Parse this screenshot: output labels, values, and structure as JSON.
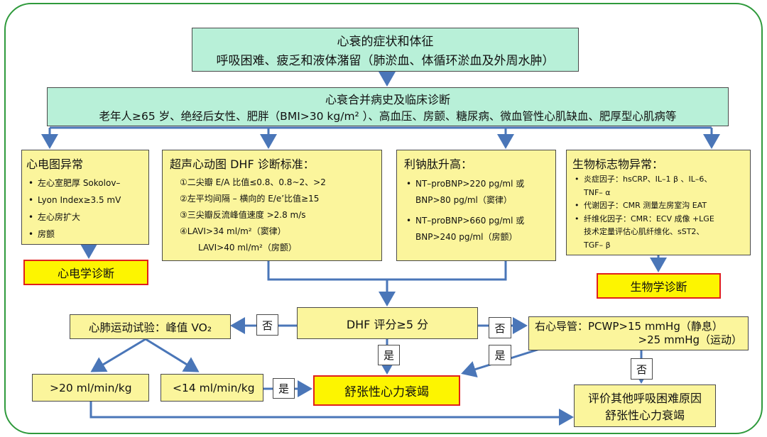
{
  "symptoms": {
    "title": "心衰的症状和体征",
    "detail": "呼吸困难、疲乏和液体潴留（肺淤血、体循环淤血及外周水肿）"
  },
  "comorbid": {
    "title": "心衰合并病史及临床诊断",
    "detail": "老年人≥65 岁、绝经后女性、肥胖（BMI>30 kg/m² ）、高血压、房颤、糖尿病、微血管性心肌缺血、肥厚型心肌病等"
  },
  "ecg": {
    "title": "心电图异常",
    "items": [
      "左心室肥厚 Sokolov–",
      "Lyon Index≥3.5 mV",
      "左心房扩大",
      "房颤"
    ]
  },
  "echo": {
    "title": "超声心动图 DHF 诊断标准：",
    "items": [
      "①二尖瓣 E/A 比值≤0.8、0.8~2、>2",
      "②左平均间隔 – 横向的 E/e’比值≥15",
      "③三尖瓣反流峰值速度 >2.8 m/s",
      "④LAVI>34 ml/m²（窦律）",
      "LAVI>40 ml/m²（房颤）"
    ]
  },
  "bnp": {
    "title": "利钠肽升高：",
    "items": [
      "NT–proBNP>220 pg/ml 或",
      "BNP>80 pg/ml（窦律）",
      "NT–proBNP>660 pg/ml 或",
      "BNP>240 pg/ml（房颤）"
    ]
  },
  "bio": {
    "title": "生物标志物异常：",
    "items": [
      "炎症因子：hsCRP、IL–1 β 、IL–6、",
      "TNF– α",
      "代谢因子：CMR 测量左房室沟 EAT",
      "纤维化因子：CMR：ECV 成像 +LGE",
      "技术定量评估心肌纤维化、sST2、",
      "TGF– β"
    ]
  },
  "ecg_dx": "心电学诊断",
  "bio_dx": "生物学诊断",
  "score": "DHF 评分≥5 分",
  "cpet": "心肺运动试验：峰值 VO₂",
  "rhc": {
    "line1": "右心导管：PCWP>15 mmHg（静息）",
    "line2": ">25 mmHg（运动）"
  },
  "vo2_high": ">20 ml/min/kg",
  "vo2_low": "<14 ml/min/kg",
  "hfpef": "舒张性心力衰竭",
  "other": {
    "line1": "评价其他呼吸困难原因",
    "line2": "舒张性心力衰竭"
  },
  "labels": {
    "no1": "否",
    "no2": "否",
    "no3": "否",
    "yes1": "是",
    "yes2": "是",
    "yes3": "是"
  },
  "colors": {
    "border": "#2f9a3c",
    "arrow": "#4a76b8",
    "green_fill": "#b8f0d8",
    "yellow_fill": "#fbf59c",
    "red_border": "#e0201c"
  }
}
